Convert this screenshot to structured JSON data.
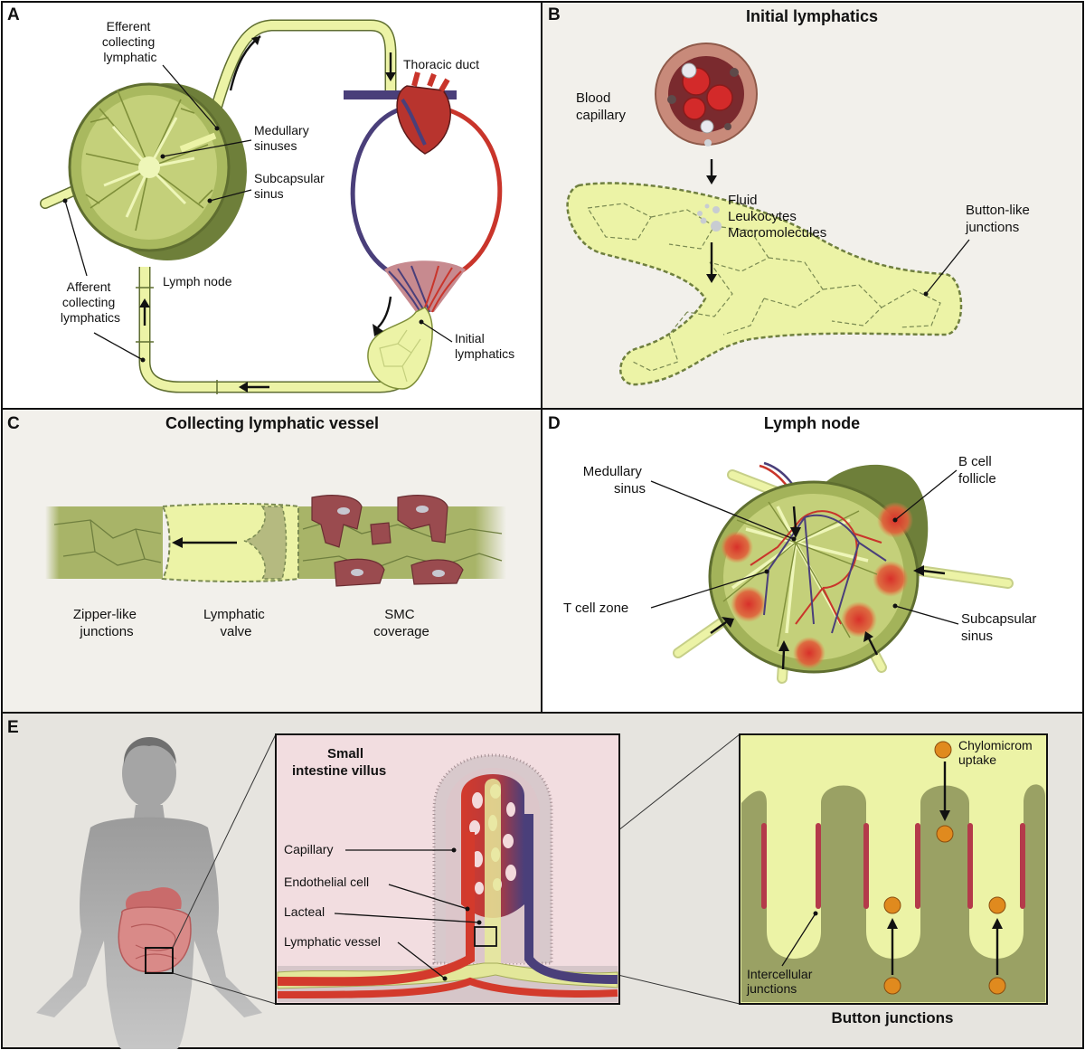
{
  "panels": {
    "A": {
      "letter": "A",
      "labels": {
        "efferent": [
          "Efferent",
          "collecting",
          "lymphatic"
        ],
        "thoracic_duct": "Thoracic duct",
        "medullary": [
          "Medullary",
          "sinuses"
        ],
        "subcapsular": [
          "Subcapsular",
          "sinus"
        ],
        "lymph_node": "Lymph node",
        "afferent": [
          "Afferent",
          "collecting",
          "lymphatics"
        ],
        "initial": [
          "Initial",
          "lymphatics"
        ]
      }
    },
    "B": {
      "letter": "B",
      "title": "Initial lymphatics",
      "labels": {
        "blood_capillary": [
          "Blood",
          "capillary"
        ],
        "contents": [
          "Fluid",
          "Leukocytes",
          "Macromolecules"
        ],
        "button_like": [
          "Button-like",
          "junctions"
        ]
      }
    },
    "C": {
      "letter": "C",
      "title": "Collecting lymphatic vessel",
      "labels": {
        "zipper": [
          "Zipper-like",
          "junctions"
        ],
        "valve": [
          "Lymphatic",
          "valve"
        ],
        "smc": [
          "SMC",
          "coverage"
        ]
      }
    },
    "D": {
      "letter": "D",
      "title": "Lymph node",
      "labels": {
        "medullary": [
          "Medullary",
          "sinus"
        ],
        "b_cell": [
          "B cell",
          "follicle"
        ],
        "t_cell": "T cell zone",
        "subcapsular": [
          "Subcapsular",
          "sinus"
        ]
      }
    },
    "E": {
      "letter": "E",
      "title": [
        "Small",
        "intestine villus"
      ],
      "labels": {
        "capillary": "Capillary",
        "endothelial": "Endothelial cell",
        "lacteal": "Lacteal",
        "lymphatic_vessel": "Lymphatic vessel",
        "chylomicron": [
          "Chylomicrom",
          "uptake"
        ],
        "intercellular": [
          "Intercellular",
          "junctions"
        ],
        "button_junctions": "Button junctions"
      }
    }
  },
  "colors": {
    "lymph_yellow": "#ecf3a6",
    "node_green": "#a3b35a",
    "dark_green": "#6e7f3a",
    "blood_red": "#c9352b",
    "vein_blue": "#4a3f7a",
    "panel_bg": "#f2f0eb",
    "smc_red": "#9a4b4f",
    "chylo_orange": "#e08a1e"
  }
}
